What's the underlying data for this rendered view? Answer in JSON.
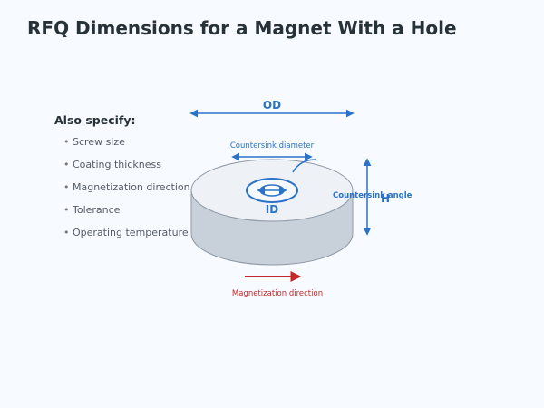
{
  "page": {
    "title": "RFQ Dimensions for a Magnet With a Hole"
  },
  "specify": {
    "heading": "Also specify:",
    "items": [
      "Screw size",
      "Coating thickness",
      "Magnetization direction",
      "Tolerance",
      "Operating temperature"
    ]
  },
  "diagram": {
    "labels": {
      "od": "OD",
      "countersink_diameter": "Countersink diameter",
      "countersink_angle": "Countersink angle",
      "height": "H",
      "id": "ID",
      "magnetization_direction": "Magnetization direction"
    }
  },
  "colors": {
    "dimension_blue": "#2b73c9",
    "magnetization_red": "#c62828",
    "magnet_body": "#c8d0da",
    "magnet_top": "#eef1f6"
  }
}
